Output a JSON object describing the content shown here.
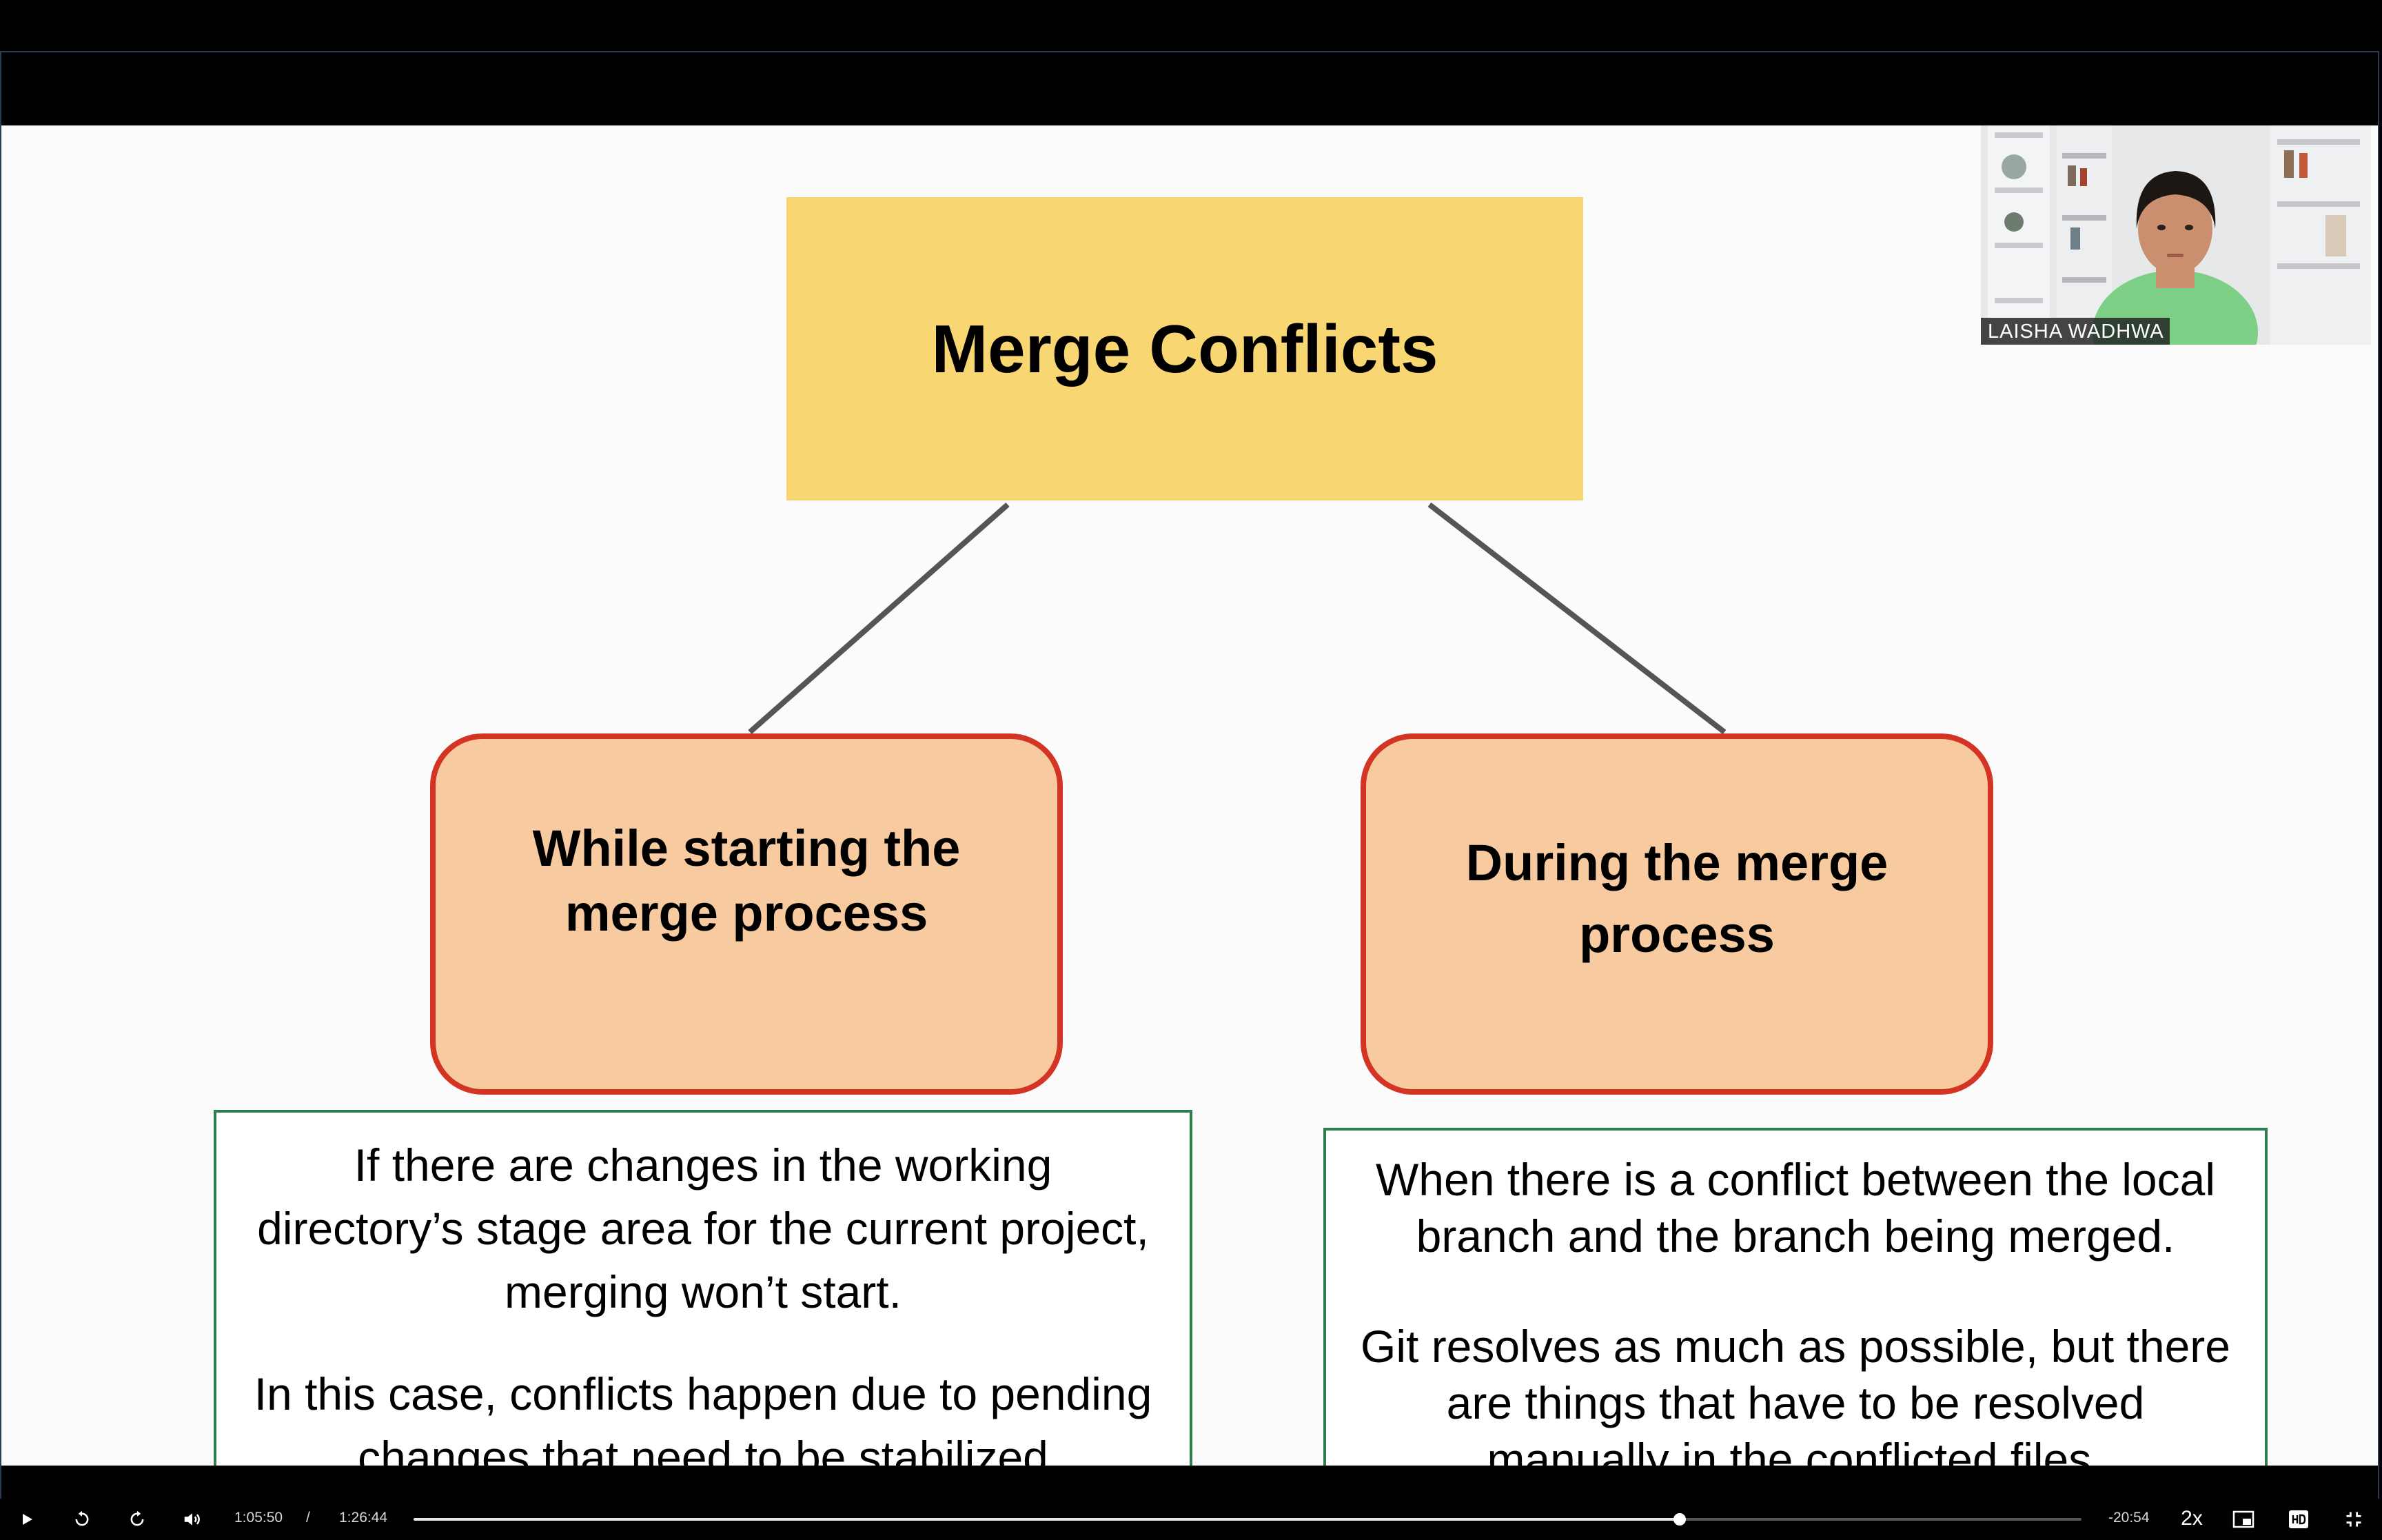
{
  "slide": {
    "title": "Merge Conflicts",
    "branches": [
      {
        "label_line1": "While starting the",
        "label_line2": "merge process"
      },
      {
        "label_line1": "During the merge",
        "label_line2": "process"
      }
    ],
    "descriptions": [
      {
        "p1_lines": [
          "If there are changes in the working",
          "directory’s stage area for the current project,",
          "merging won’t start."
        ],
        "p2_lines": [
          "In this case, conflicts happen due to pending",
          "changes that need to be stabilized"
        ]
      },
      {
        "p1_lines": [
          "When there is a conflict between the local",
          "branch and the branch being merged."
        ],
        "p2_lines": [
          "Git resolves as much as possible, but there",
          "are things that have to be resolved",
          "manually in the conflicted files."
        ]
      }
    ]
  },
  "webcam": {
    "participant_name": "LAISHA WADHWA"
  },
  "player": {
    "current_time": "1:05:50",
    "time_separator": "/",
    "duration": "1:26:44",
    "remaining_time": "-20:54",
    "playback_speed": "2x",
    "progress_fraction": 0.759,
    "icons": {
      "play": "play-icon",
      "rewind": "rewind-icon",
      "forward": "forward-icon",
      "volume": "volume-icon",
      "pip": "picture-in-picture-icon",
      "hd": "hd-icon",
      "exit_fullscreen": "exit-fullscreen-icon"
    }
  }
}
